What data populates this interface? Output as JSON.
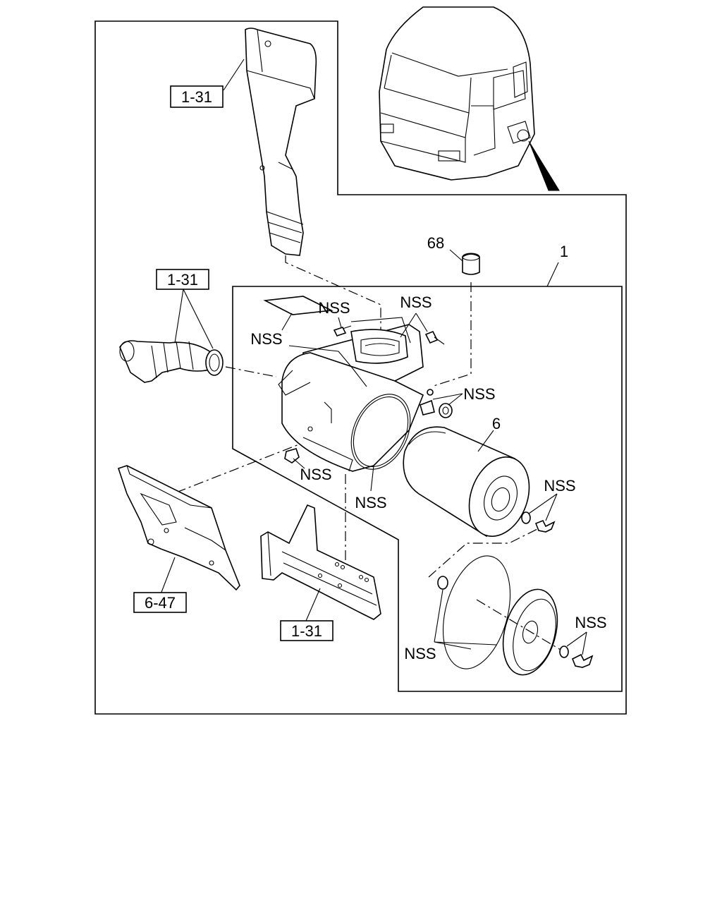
{
  "callouts": {
    "ref_1_31_top": "1-31",
    "ref_1_31_hose": "1-31",
    "ref_1_31_bottom": "1-31",
    "ref_6_47": "6-47",
    "part_1": "1",
    "part_6": "6",
    "part_68": "68",
    "nss_gasket": "NSS",
    "nss_bolt": "NSS",
    "nss_clamp_bolt": "NSS",
    "nss_nut": "NSS",
    "nss_drain": "NSS",
    "nss_band": "NSS",
    "nss_wingnut_element": "NSS",
    "nss_cover_parts": "NSS",
    "nss_wingnut_cover": "NSS"
  }
}
